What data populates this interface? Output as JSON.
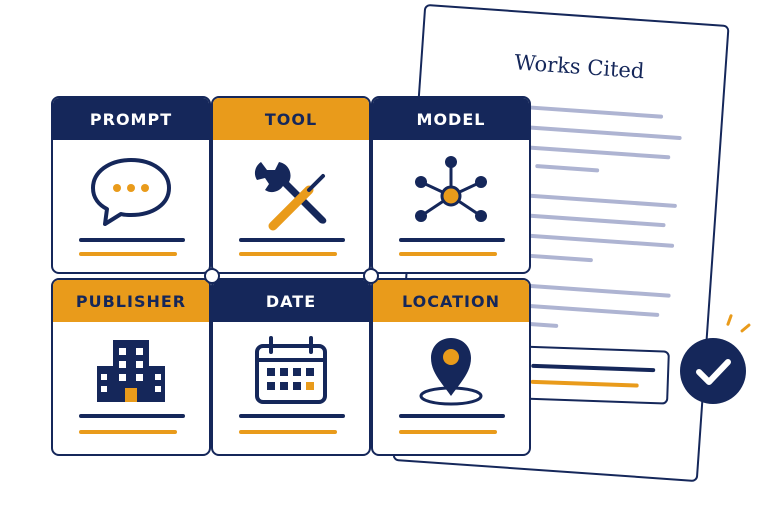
{
  "document": {
    "title": "Works Cited"
  },
  "cards": [
    {
      "label": "PROMPT",
      "icon": "speech-bubble-icon"
    },
    {
      "label": "TOOL",
      "icon": "wrench-screwdriver-icon"
    },
    {
      "label": "MODEL",
      "icon": "network-graph-icon"
    },
    {
      "label": "PUBLISHER",
      "icon": "building-icon"
    },
    {
      "label": "DATE",
      "icon": "calendar-icon"
    },
    {
      "label": "LOCATION",
      "icon": "map-pin-icon"
    }
  ],
  "colors": {
    "navy": "#15275a",
    "gold": "#e99b1b",
    "lavender": "#aeb4d2"
  },
  "badge": {
    "icon": "checkmark-icon"
  }
}
